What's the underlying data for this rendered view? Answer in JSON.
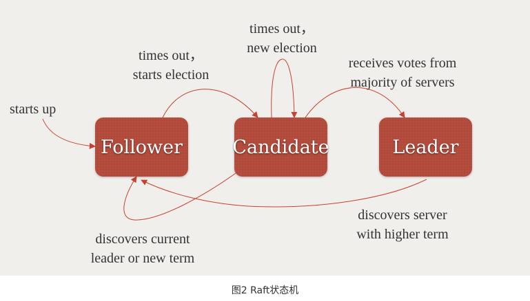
{
  "states": {
    "follower": "Follower",
    "candidate": "Candidate",
    "leader": "Leader"
  },
  "transitions": {
    "start": "starts up",
    "follower_to_candidate": [
      "times out，",
      "starts election"
    ],
    "candidate_to_candidate": [
      "times out，",
      "new election"
    ],
    "candidate_to_leader": [
      "receives votes from",
      "majority of servers"
    ],
    "candidate_to_follower": [
      "discovers current",
      "leader or new term"
    ],
    "leader_to_follower": [
      "discovers server",
      "with higher term"
    ]
  },
  "caption": "图2 Raft状态机",
  "colors": {
    "node_fill": "#b24a3b",
    "arrow": "#c9402f",
    "background": "#f1efec"
  }
}
